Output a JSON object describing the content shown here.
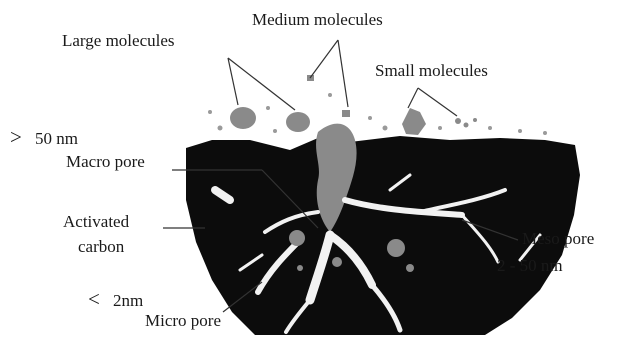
{
  "labels": {
    "large_molecules": "Large molecules",
    "medium_molecules": "Medium molecules",
    "small_molecules": "Small molecules",
    "macro_range": "50 nm",
    "macro_symbol": ">",
    "macro_pore": "Macro pore",
    "activated_line1": "Activated",
    "activated_line2": "carbon",
    "meso_pore": "Meso pore",
    "meso_range": "2 - 50 nm",
    "micro_symbol": "<",
    "micro_range": "2nm",
    "micro_pore": "Micro pore"
  },
  "colors": {
    "carbon": "#0c0c0c",
    "molecule": "#8a8a8a",
    "pore": "#f2f2f2",
    "line": "#333333",
    "text": "#1a1a1a"
  }
}
